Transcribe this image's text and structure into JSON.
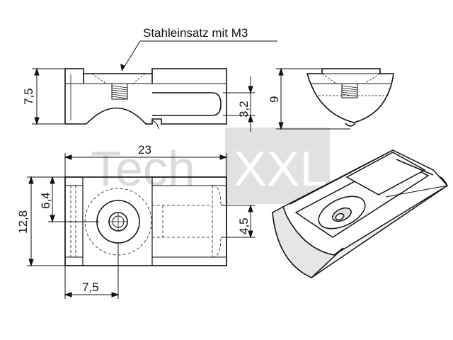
{
  "callout": {
    "label": "Stahleinsatz mit M3"
  },
  "dimensions": {
    "height_side": "7,5",
    "slot_height": "3,2",
    "height_end": "9",
    "length": "23",
    "width": "12,8",
    "half_width": "6,4",
    "slot_width": "4,5",
    "hole_offset": "7,5"
  },
  "watermark": {
    "part1": "Tech",
    "part2": "XXL"
  },
  "colors": {
    "line": "#1a1a1a",
    "watermark_box": "#c8c8c8",
    "watermark_text": "#bdbdbd"
  }
}
